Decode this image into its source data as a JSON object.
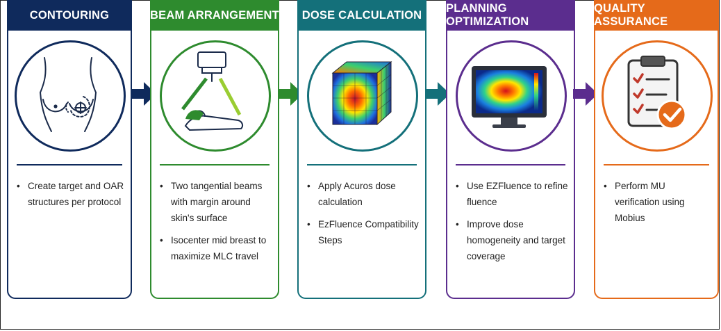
{
  "steps": [
    {
      "title": "CONTOURING",
      "color": "#0f2a5c",
      "icon": "breast-contour-icon",
      "bullets": [
        "Create target and OAR structures per protocol"
      ]
    },
    {
      "title": "BEAM ARRANGEMENT",
      "color": "#2e8b2e",
      "icon": "tangential-beams-icon",
      "bullets": [
        "Two tangential beams with margin around skin's surface",
        "Isocenter mid breast to maximize MLC travel"
      ]
    },
    {
      "title": "DOSE CALCULATION",
      "color": "#14707a",
      "icon": "dose-cube-icon",
      "bullets": [
        "Apply Acuros dose calculation",
        "EzFluence Compatibility Steps"
      ]
    },
    {
      "title": "PLANNING OPTIMIZATION",
      "color": "#5b2d8e",
      "icon": "fluence-monitor-icon",
      "bullets": [
        "Use EZFluence to refine fluence",
        "Improve dose homogeneity and target coverage"
      ]
    },
    {
      "title": "QUALITY ASSURANCE",
      "color": "#e56a1a",
      "icon": "checklist-icon",
      "bullets": [
        "Perform MU verification using Mobius"
      ]
    }
  ],
  "arrows": [
    {
      "color": "#0f2a5c"
    },
    {
      "color": "#2e8b2e"
    },
    {
      "color": "#14707a"
    },
    {
      "color": "#5b2d8e"
    }
  ]
}
